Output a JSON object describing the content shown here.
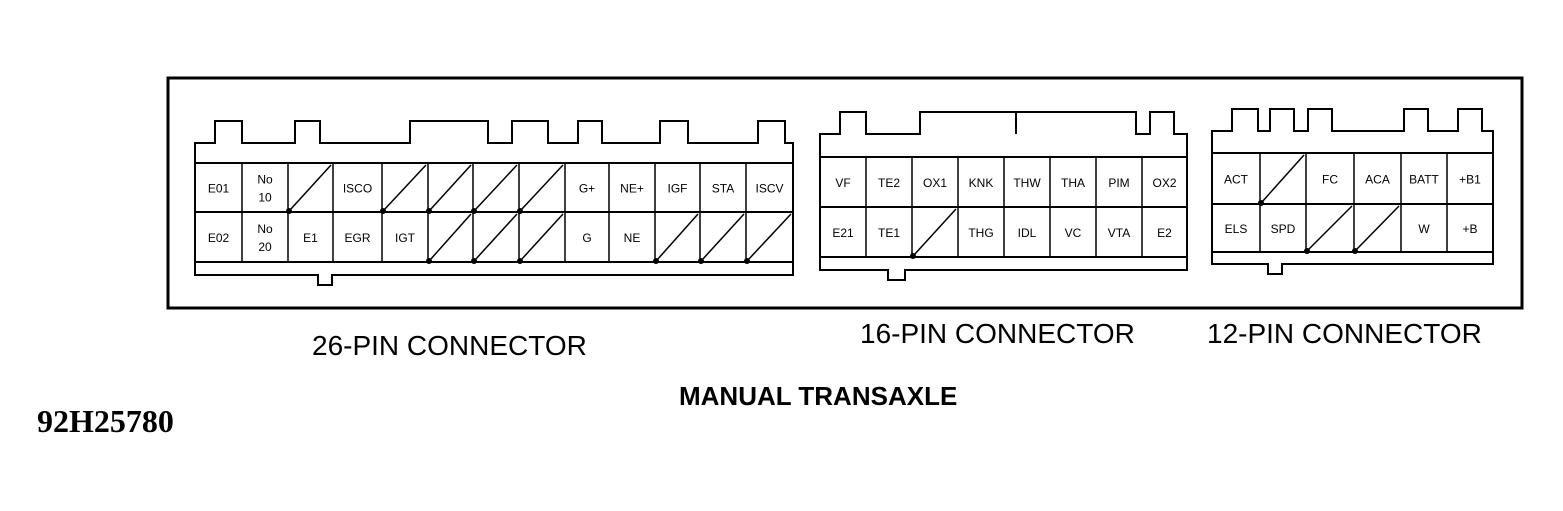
{
  "connectors": [
    {
      "id": "26",
      "label": "26-PIN CONNECTOR",
      "top": [
        "E01",
        "No 10",
        "",
        "ISCO",
        "",
        "",
        "",
        "",
        "G+",
        "NE+",
        "IGF",
        "STA",
        "ISCV"
      ],
      "bottom": [
        "E02",
        "No 20",
        "E1",
        "EGR",
        "IGT",
        "",
        "",
        "",
        "G",
        "NE",
        "",
        "",
        ""
      ]
    },
    {
      "id": "16",
      "label": "16-PIN CONNECTOR",
      "top": [
        "VF",
        "TE2",
        "OX1",
        "KNK",
        "THW",
        "THA",
        "PIM",
        "OX2"
      ],
      "bottom": [
        "E21",
        "TE1",
        "",
        "THG",
        "IDL",
        "VC",
        "VTA",
        "E2"
      ]
    },
    {
      "id": "12",
      "label": "12-PIN CONNECTOR",
      "top": [
        "ACT",
        "",
        "FC",
        "ACA",
        "BATT",
        "+B1"
      ],
      "bottom": [
        "ELS",
        "SPD",
        "",
        "",
        "W",
        "+B"
      ]
    }
  ],
  "subtitle": "MANUAL TRANSAXLE",
  "figure_code": "92H25780"
}
